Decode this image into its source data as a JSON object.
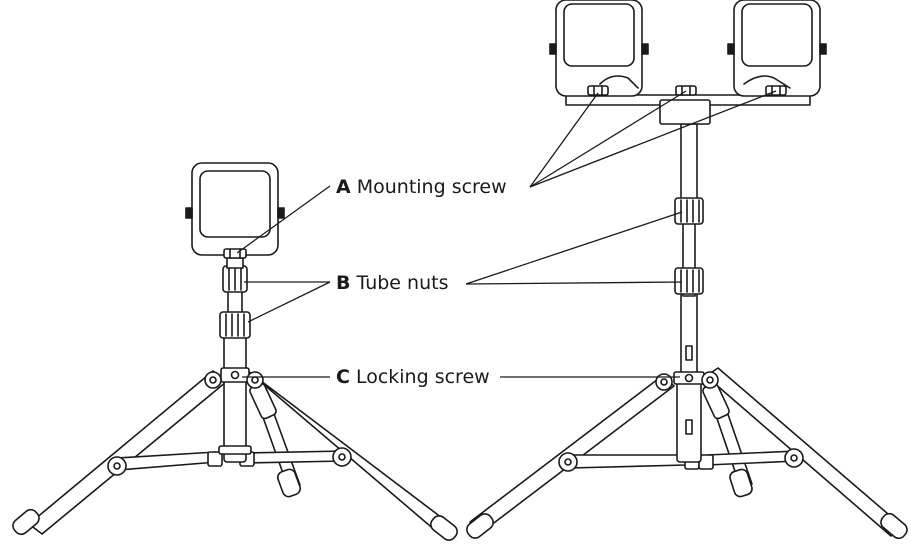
{
  "callouts": {
    "a": {
      "letter": "A",
      "text": "Mounting screw"
    },
    "b": {
      "letter": "B",
      "text": "Tube nuts"
    },
    "c": {
      "letter": "C",
      "text": "Locking screw"
    }
  },
  "colors": {
    "stroke": "#1a1a1a",
    "background": "#ffffff"
  }
}
